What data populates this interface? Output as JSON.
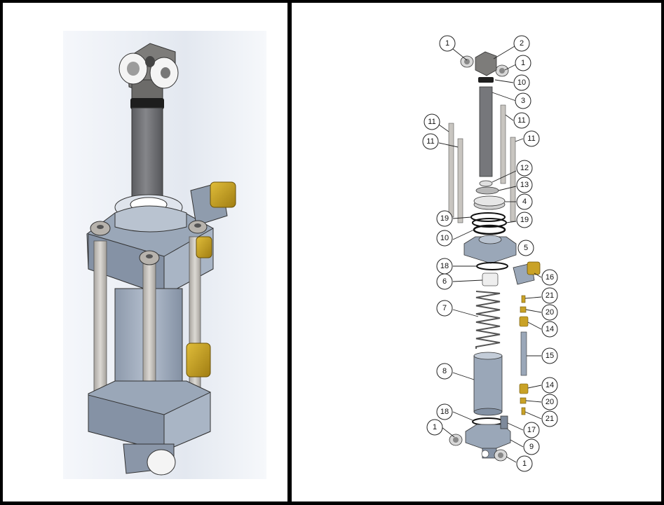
{
  "colors": {
    "steel": "#9aa7b8",
    "steel_dark": "#6b7686",
    "rod": "#6f6f72",
    "brass": "#c9a227",
    "tie_rod": "#c8c5c0",
    "outline": "#222222"
  },
  "callouts": [
    {
      "id": "c-1a",
      "label": "1"
    },
    {
      "id": "c-2",
      "label": "2"
    },
    {
      "id": "c-1b",
      "label": "1"
    },
    {
      "id": "c-10a",
      "label": "10"
    },
    {
      "id": "c-3",
      "label": "3"
    },
    {
      "id": "c-11a",
      "label": "11"
    },
    {
      "id": "c-11b",
      "label": "11"
    },
    {
      "id": "c-11c",
      "label": "11"
    },
    {
      "id": "c-11d",
      "label": "11"
    },
    {
      "id": "c-12",
      "label": "12"
    },
    {
      "id": "c-13",
      "label": "13"
    },
    {
      "id": "c-4",
      "label": "4"
    },
    {
      "id": "c-19a",
      "label": "19"
    },
    {
      "id": "c-19b",
      "label": "19"
    },
    {
      "id": "c-10b",
      "label": "10"
    },
    {
      "id": "c-5",
      "label": "5"
    },
    {
      "id": "c-18a",
      "label": "18"
    },
    {
      "id": "c-16",
      "label": "16"
    },
    {
      "id": "c-6",
      "label": "6"
    },
    {
      "id": "c-21a",
      "label": "21"
    },
    {
      "id": "c-7",
      "label": "7"
    },
    {
      "id": "c-20a",
      "label": "20"
    },
    {
      "id": "c-14a",
      "label": "14"
    },
    {
      "id": "c-15",
      "label": "15"
    },
    {
      "id": "c-8",
      "label": "8"
    },
    {
      "id": "c-14b",
      "label": "14"
    },
    {
      "id": "c-20b",
      "label": "20"
    },
    {
      "id": "c-18b",
      "label": "18"
    },
    {
      "id": "c-21b",
      "label": "21"
    },
    {
      "id": "c-1c",
      "label": "1"
    },
    {
      "id": "c-17",
      "label": "17"
    },
    {
      "id": "c-9",
      "label": "9"
    },
    {
      "id": "c-1d",
      "label": "1"
    }
  ]
}
